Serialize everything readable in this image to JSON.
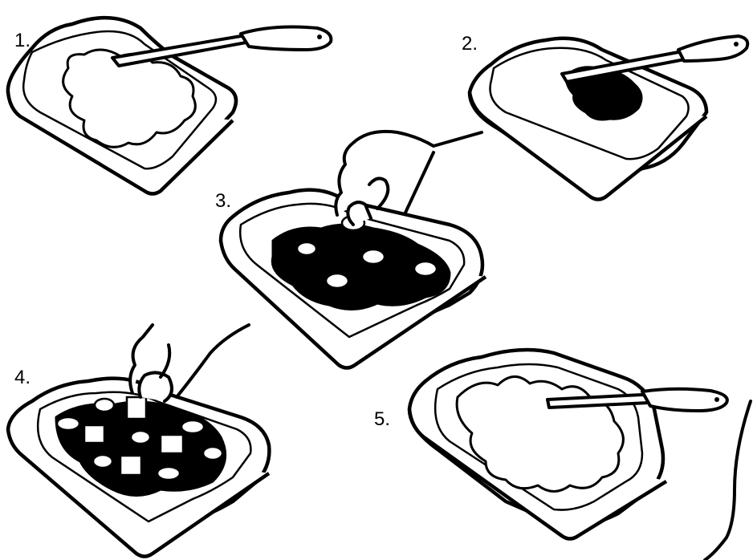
{
  "steps": [
    {
      "label": "1."
    },
    {
      "label": "2."
    },
    {
      "label": "3."
    },
    {
      "label": "4."
    },
    {
      "label": "5."
    }
  ],
  "colors": {
    "ink": "#000000",
    "paper": "#ffffff"
  }
}
